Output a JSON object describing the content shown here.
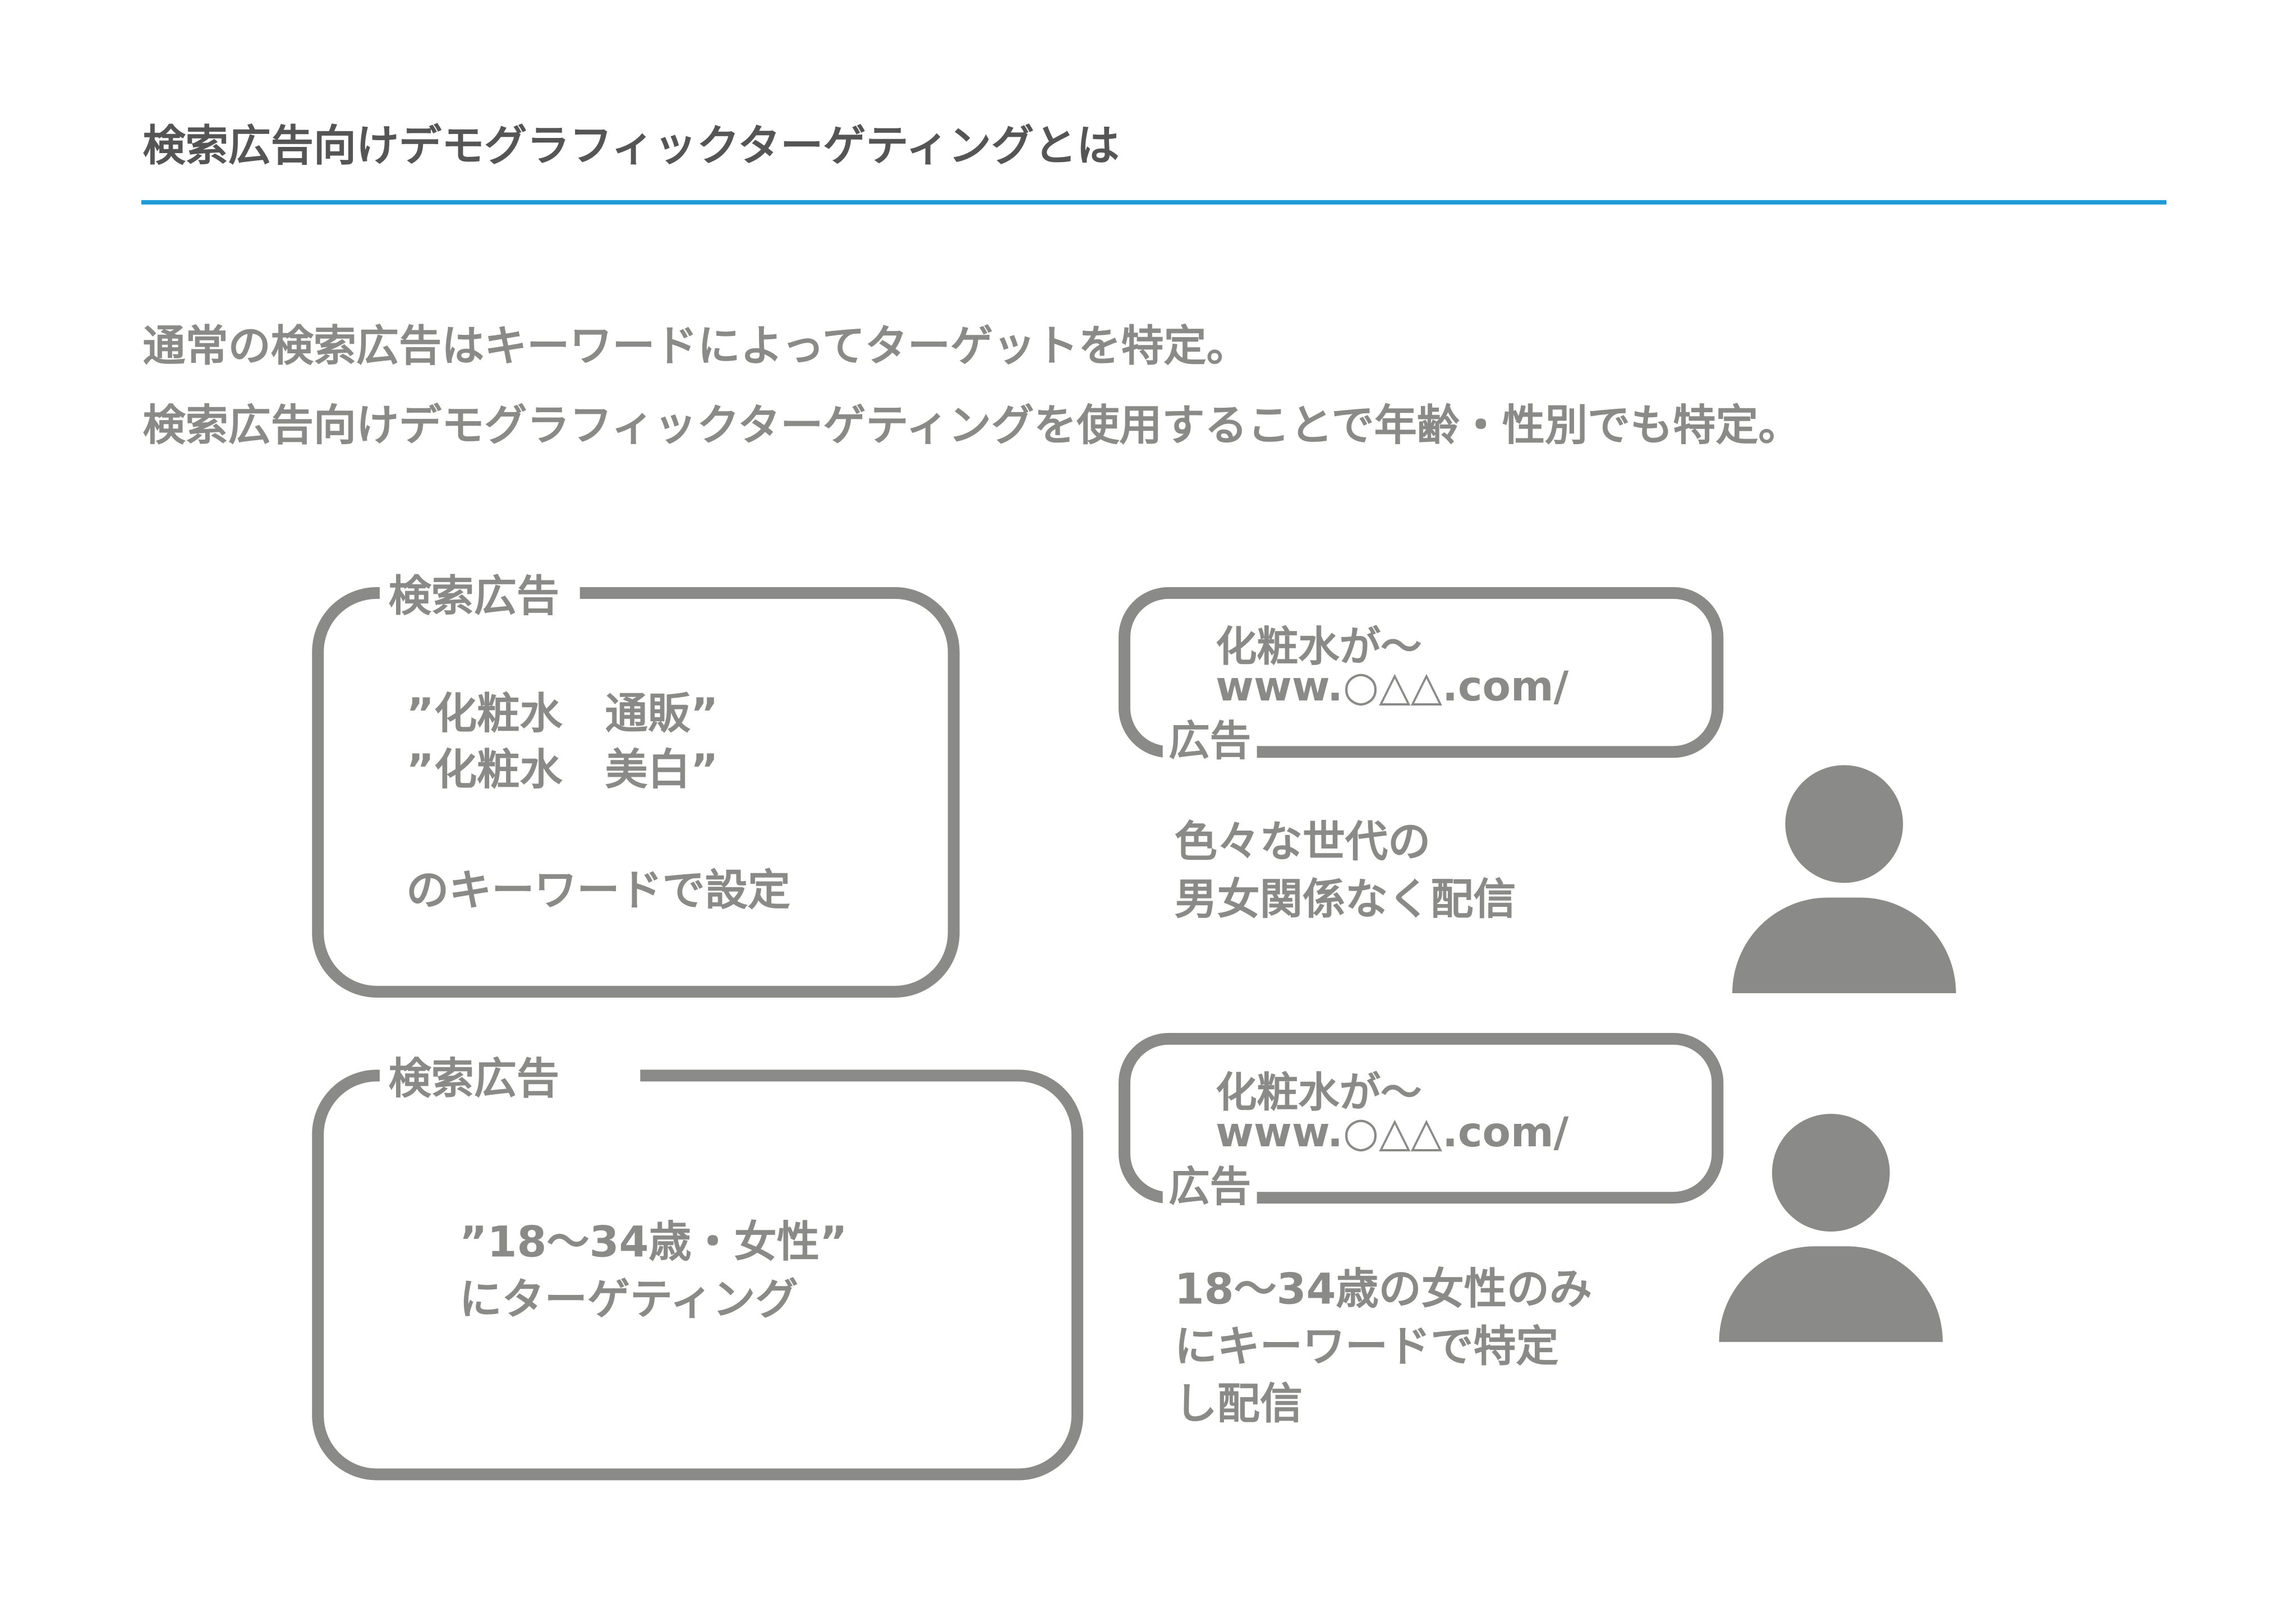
{
  "title": "検索広告向けデモグラフィックターゲティングとは",
  "lead": [
    "通常の検索広告はキーワードによってターゲットを特定。",
    "検索広告向けデモグラフィックターゲティングを使用することで年齢・性別でも特定。"
  ],
  "box1": {
    "label": "検索広告",
    "lines": [
      "”化粧水　通販”",
      "”化粧水　美白”",
      "のキーワードで設定"
    ]
  },
  "box2": {
    "label": "検索広告",
    "lines": [
      "”18～34歳・女性”",
      "にターゲティング"
    ]
  },
  "ad1": {
    "headline": "化粧水が～",
    "url": "www.○△△.com/",
    "tag": "広告"
  },
  "ad2": {
    "headline": "化粧水が～",
    "url": "www.○△△.com/",
    "tag": "広告"
  },
  "result1": [
    "色々な世代の",
    "男女関係なく配信"
  ],
  "result2": [
    "18～34歳の女性のみ",
    "にキーワードで特定",
    "し配信"
  ],
  "colors": {
    "accent": "#1e9bd7",
    "gray": "#8a8a88",
    "title": "#555555"
  }
}
